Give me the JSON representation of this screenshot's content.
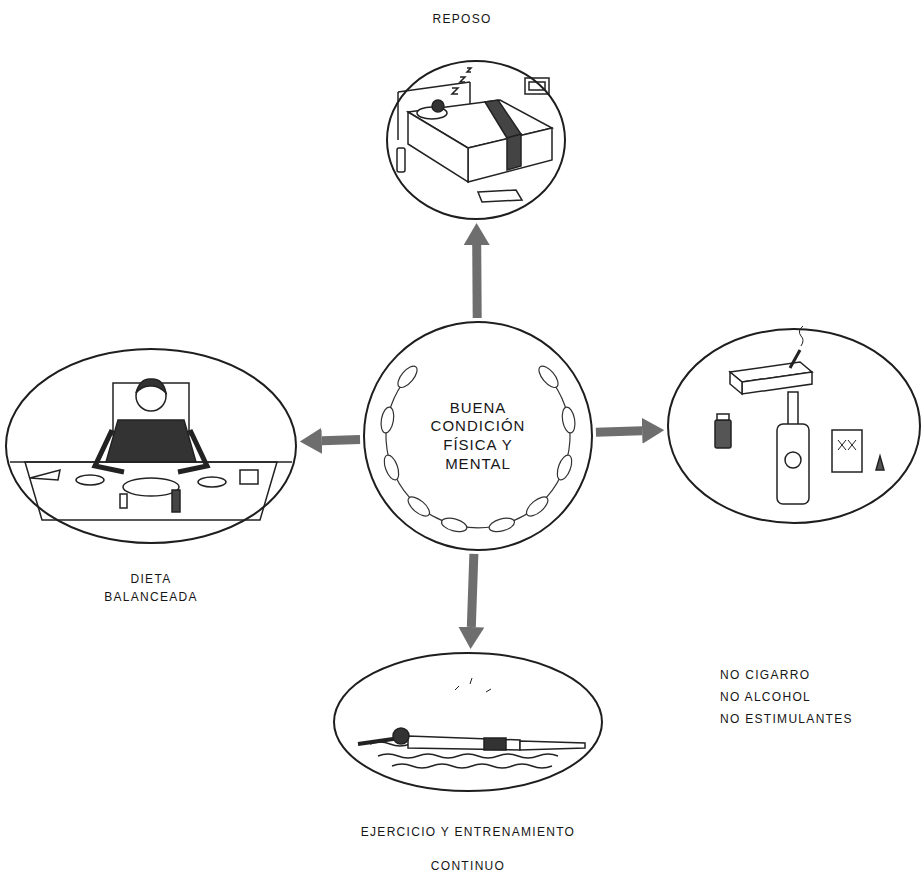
{
  "diagram": {
    "nodes": [
      {
        "text": [
          "REPOSO"
        ]
      },
      {
        "text": [
          "BUENA CONDICIÓN FÍSICA Y MENTAL"
        ]
      },
      {
        "text": [
          "DIETA BALANCEADA"
        ]
      },
      {
        "text": [
          "NO CIGARRO",
          "NO ALCOHOL",
          "NO ESTIMULANTES"
        ]
      },
      {
        "text": [
          "EJERCICIO Y ENTRENAMIENTO CONTINUO"
        ]
      }
    ],
    "edges": [
      {
        "from": 1,
        "to": 0,
        "arrow": "to"
      },
      {
        "from": 1,
        "to": 2,
        "arrow": "to"
      },
      {
        "from": 1,
        "to": 3,
        "arrow": "to"
      },
      {
        "from": 1,
        "to": 4,
        "arrow": "to"
      }
    ]
  }
}
